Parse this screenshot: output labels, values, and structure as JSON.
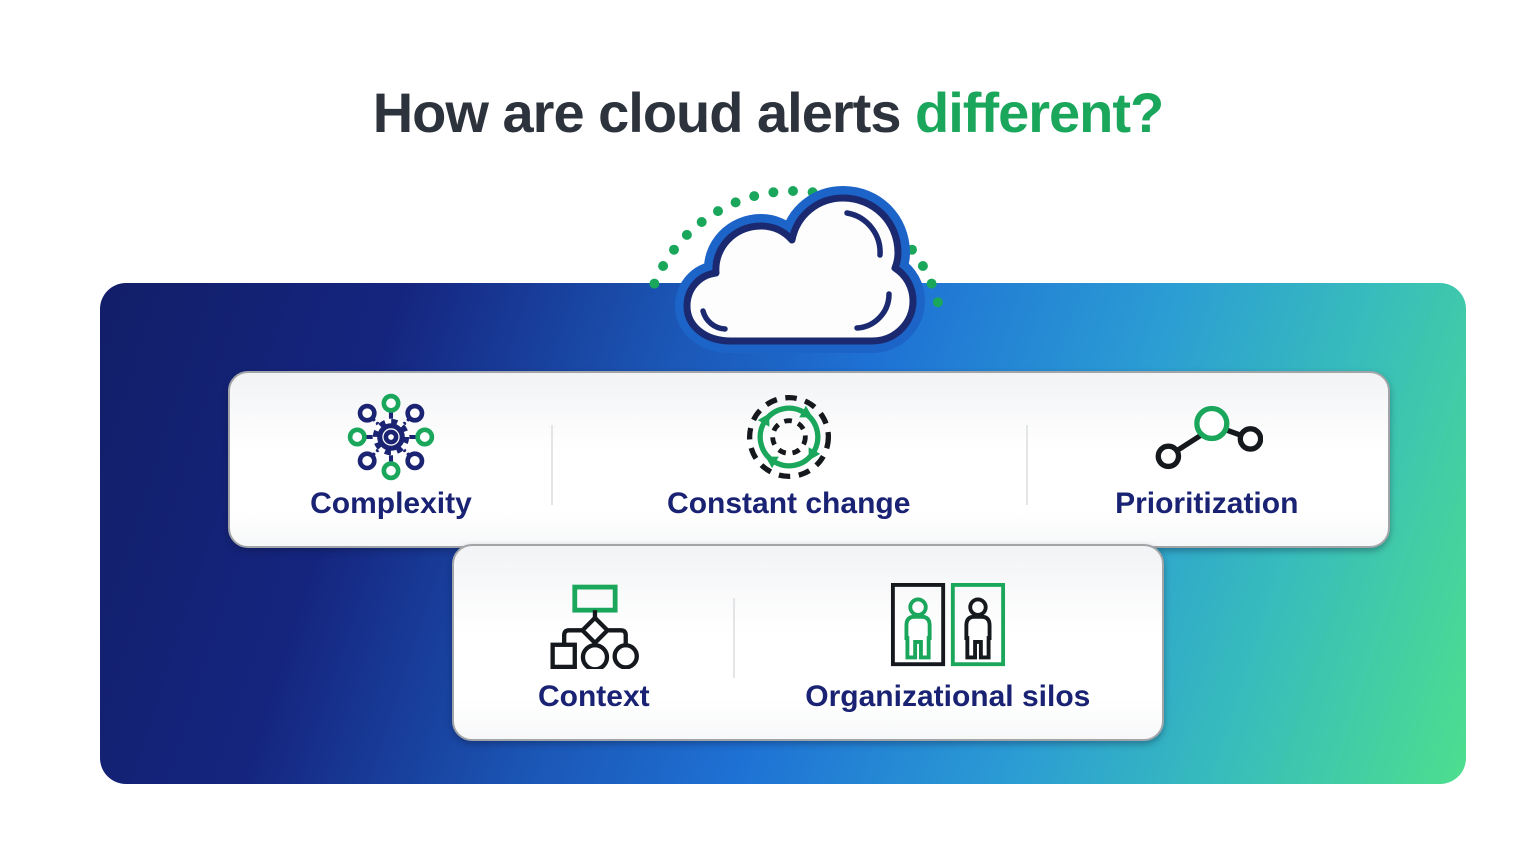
{
  "title": {
    "text": "How are cloud alerts",
    "highlight": "different?"
  },
  "colors": {
    "title_dark": "#2d333c",
    "accent_green": "#1aa75c",
    "label_navy": "#1a2373",
    "panel_navy": "#121e68",
    "panel_blue": "#1e71d4",
    "panel_green": "#4ede8e",
    "cloud_outline": "#1b2a70",
    "cloud_halo": "#1d64c8",
    "icon_black": "#15181c"
  },
  "cloud": {
    "icon": "cloud-icon",
    "decoration": "dotted-green-arc"
  },
  "cards": [
    {
      "name": "top-card",
      "items": [
        {
          "label": "Complexity",
          "icon": "network-gear-icon"
        },
        {
          "label": "Constant change",
          "icon": "cycle-arrows-icon"
        },
        {
          "label": "Prioritization",
          "icon": "linked-nodes-icon"
        }
      ]
    },
    {
      "name": "bottom-card",
      "items": [
        {
          "label": "Context",
          "icon": "flowchart-icon"
        },
        {
          "label": "Organizational silos",
          "icon": "people-silos-icon"
        }
      ]
    }
  ]
}
